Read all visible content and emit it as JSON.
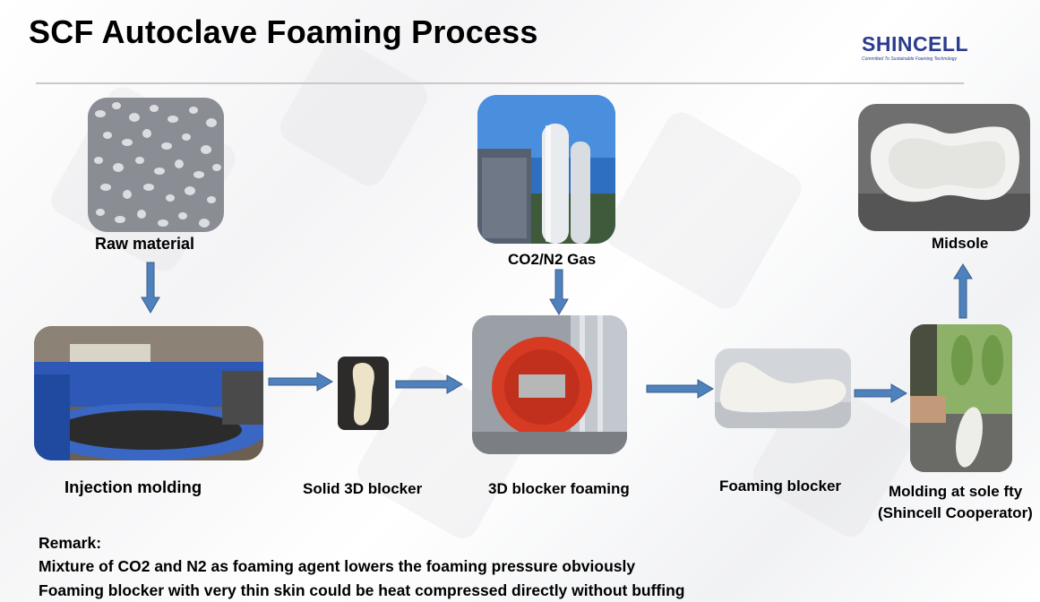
{
  "title": "SCF Autoclave Foaming Process",
  "logo": {
    "name": "SHINCELL",
    "tagline": "Committed To Sustainable Foaming Technology"
  },
  "steps": {
    "raw_material": "Raw material",
    "gas": "CO2/N2 Gas",
    "midsole": "Midsole",
    "injection_molding": "Injection molding",
    "solid_blocker": "Solid 3D blocker",
    "blocker_foaming": "3D blocker foaming",
    "foaming_blocker": "Foaming blocker",
    "molding_line1": "Molding at sole fty",
    "molding_line2": "(Shincell Cooperator)"
  },
  "remark": {
    "heading": "Remark:",
    "line1": "Mixture of CO2 and N2 as foaming agent lowers the foaming pressure obviously",
    "line2": "Foaming blocker with very thin skin could be heat compressed directly without buffing"
  },
  "colors": {
    "arrow_fill": "#4f81bd",
    "arrow_stroke": "#385d8a",
    "logo": "#2b3c8e"
  }
}
